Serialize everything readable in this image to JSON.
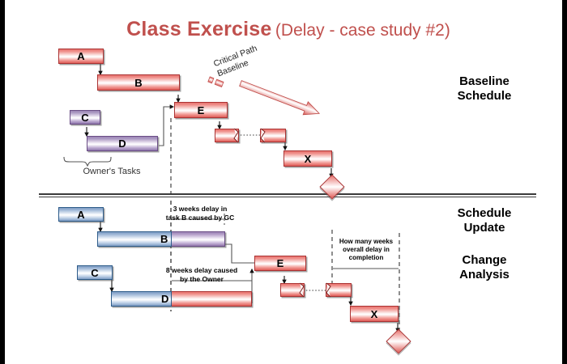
{
  "slide": {
    "title_main": "Class Exercise",
    "title_sub": "(Delay - case study #2)",
    "accent_color": "#c0504d",
    "background": "#ffffff",
    "border_color": "#000000"
  },
  "sections": {
    "top_caption_line1": "Baseline",
    "top_caption_line2": "Schedule",
    "bottom_caption_line1": "Schedule",
    "bottom_caption_line2": "Update",
    "bottom_caption_line3": "Change",
    "bottom_caption_line4": "Analysis"
  },
  "baseline": {
    "name": "Baseline Schedule",
    "critical_path_label_line1": "Critical Path",
    "critical_path_label_line2": "Baseline",
    "owner_tasks_label": "Owner's Tasks",
    "tasks": [
      {
        "id": "A",
        "label": "A",
        "color": "red"
      },
      {
        "id": "B",
        "label": "B",
        "color": "red"
      },
      {
        "id": "C",
        "label": "C",
        "color": "purple"
      },
      {
        "id": "D",
        "label": "D",
        "color": "purple"
      },
      {
        "id": "E",
        "label": "E",
        "color": "red"
      },
      {
        "id": "BREAK",
        "label": "",
        "color": "red"
      },
      {
        "id": "X",
        "label": "X",
        "color": "red"
      }
    ],
    "milestone": "finish-milestone"
  },
  "update": {
    "name": "Schedule Update / Change Analysis",
    "annotation_b_line1": "3 weeks delay in",
    "annotation_b_line2": "task B caused by GC",
    "annotation_d_line1": "8 weeks delay caused",
    "annotation_d_line2": "by the Owner",
    "annotation_q_line1": "How many weeks",
    "annotation_q_line2": "overall delay in",
    "annotation_q_line3": "completion",
    "tasks": [
      {
        "id": "A",
        "label": "A",
        "color": "blue"
      },
      {
        "id": "B",
        "label": "B",
        "color": "blue+purple"
      },
      {
        "id": "C",
        "label": "C",
        "color": "blue"
      },
      {
        "id": "D",
        "label": "D",
        "color": "blue+red"
      },
      {
        "id": "E",
        "label": "E",
        "color": "red"
      },
      {
        "id": "BREAK",
        "label": "",
        "color": "red"
      },
      {
        "id": "X",
        "label": "X",
        "color": "red"
      }
    ],
    "milestone": "finish-milestone"
  },
  "legend_colors": {
    "red_bar": "#e8736f",
    "purple_bar": "#9b84b5",
    "blue_bar": "#7e9cc4",
    "delay_red": "#e05c57"
  }
}
